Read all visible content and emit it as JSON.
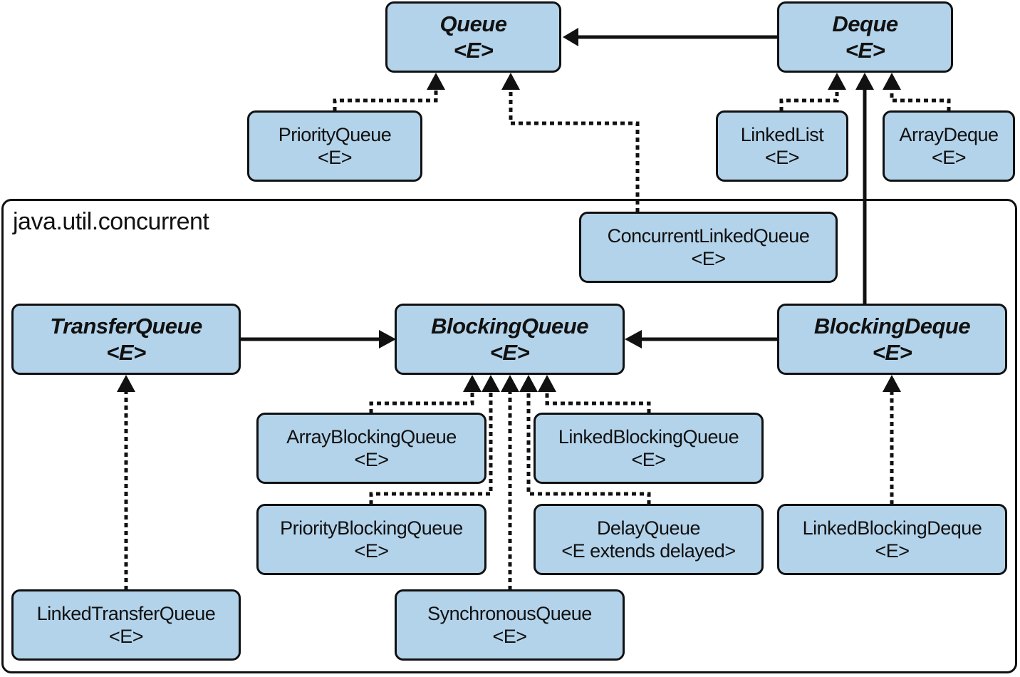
{
  "package_label": "java.util.concurrent",
  "nodes": {
    "queue": {
      "name": "Queue",
      "param": "<E>"
    },
    "deque": {
      "name": "Deque",
      "param": "<E>"
    },
    "priority_queue": {
      "name": "PriorityQueue",
      "param": "<E>"
    },
    "linked_list": {
      "name": "LinkedList",
      "param": "<E>"
    },
    "array_deque": {
      "name": "ArrayDeque",
      "param": "<E>"
    },
    "concurrent_linked_queue": {
      "name": "ConcurrentLinkedQueue",
      "param": "<E>"
    },
    "transfer_queue": {
      "name": "TransferQueue",
      "param": "<E>"
    },
    "blocking_queue": {
      "name": "BlockingQueue",
      "param": "<E>"
    },
    "blocking_deque": {
      "name": "BlockingDeque",
      "param": "<E>"
    },
    "array_blocking_queue": {
      "name": "ArrayBlockingQueue",
      "param": "<E>"
    },
    "linked_blocking_queue": {
      "name": "LinkedBlockingQueue",
      "param": "<E>"
    },
    "priority_blocking_queue": {
      "name": "PriorityBlockingQueue",
      "param": "<E>"
    },
    "delay_queue": {
      "name": "DelayQueue",
      "param": "<E extends delayed>"
    },
    "linked_blocking_deque": {
      "name": "LinkedBlockingDeque",
      "param": "<E>"
    },
    "linked_transfer_queue": {
      "name": "LinkedTransferQueue",
      "param": "<E>"
    },
    "synchronous_queue": {
      "name": "SynchronousQueue",
      "param": "<E>"
    }
  },
  "edges": [
    {
      "from": "deque",
      "to": "queue",
      "kind": "extends"
    },
    {
      "from": "priority_queue",
      "to": "queue",
      "kind": "implements"
    },
    {
      "from": "concurrent_linked_queue",
      "to": "queue",
      "kind": "implements"
    },
    {
      "from": "linked_list",
      "to": "deque",
      "kind": "implements"
    },
    {
      "from": "array_deque",
      "to": "deque",
      "kind": "implements"
    },
    {
      "from": "blocking_deque",
      "to": "deque",
      "kind": "extends"
    },
    {
      "from": "transfer_queue",
      "to": "blocking_queue",
      "kind": "extends"
    },
    {
      "from": "blocking_deque",
      "to": "blocking_queue",
      "kind": "extends"
    },
    {
      "from": "array_blocking_queue",
      "to": "blocking_queue",
      "kind": "implements"
    },
    {
      "from": "priority_blocking_queue",
      "to": "blocking_queue",
      "kind": "implements"
    },
    {
      "from": "synchronous_queue",
      "to": "blocking_queue",
      "kind": "implements"
    },
    {
      "from": "delay_queue",
      "to": "blocking_queue",
      "kind": "implements"
    },
    {
      "from": "linked_blocking_queue",
      "to": "blocking_queue",
      "kind": "implements"
    },
    {
      "from": "linked_transfer_queue",
      "to": "transfer_queue",
      "kind": "implements"
    },
    {
      "from": "linked_blocking_deque",
      "to": "blocking_deque",
      "kind": "implements"
    }
  ],
  "colors": {
    "box_fill": "#b3d3ea",
    "stroke": "#111111",
    "background": "#ffffff"
  }
}
